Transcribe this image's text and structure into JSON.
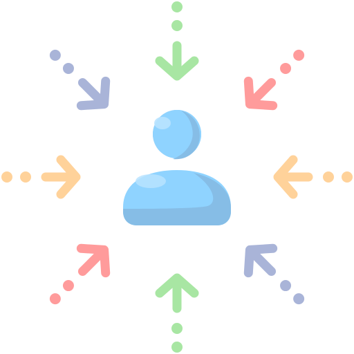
{
  "icon": {
    "name": "customer-focus-icon",
    "center_figure": "person-icon",
    "arrows": [
      {
        "name": "arrow-top",
        "icon": "arrow-down-icon",
        "color": "#A8E6A3"
      },
      {
        "name": "arrow-top-right",
        "icon": "arrow-down-left-icon",
        "color": "#FF9B9B"
      },
      {
        "name": "arrow-right",
        "icon": "arrow-left-icon",
        "color": "#FFD29A"
      },
      {
        "name": "arrow-bottom-right",
        "icon": "arrow-up-left-icon",
        "color": "#A9B4D8"
      },
      {
        "name": "arrow-bottom",
        "icon": "arrow-up-icon",
        "color": "#A8E6A3"
      },
      {
        "name": "arrow-bottom-left",
        "icon": "arrow-up-right-icon",
        "color": "#FF9B9B"
      },
      {
        "name": "arrow-left",
        "icon": "arrow-right-icon",
        "color": "#FFD29A"
      },
      {
        "name": "arrow-top-left",
        "icon": "arrow-down-right-icon",
        "color": "#A9B4D8"
      }
    ],
    "person_colors": {
      "light": "#8FD3FF",
      "shade": "#86BDE6",
      "highlight": "#B9E3FF"
    }
  }
}
